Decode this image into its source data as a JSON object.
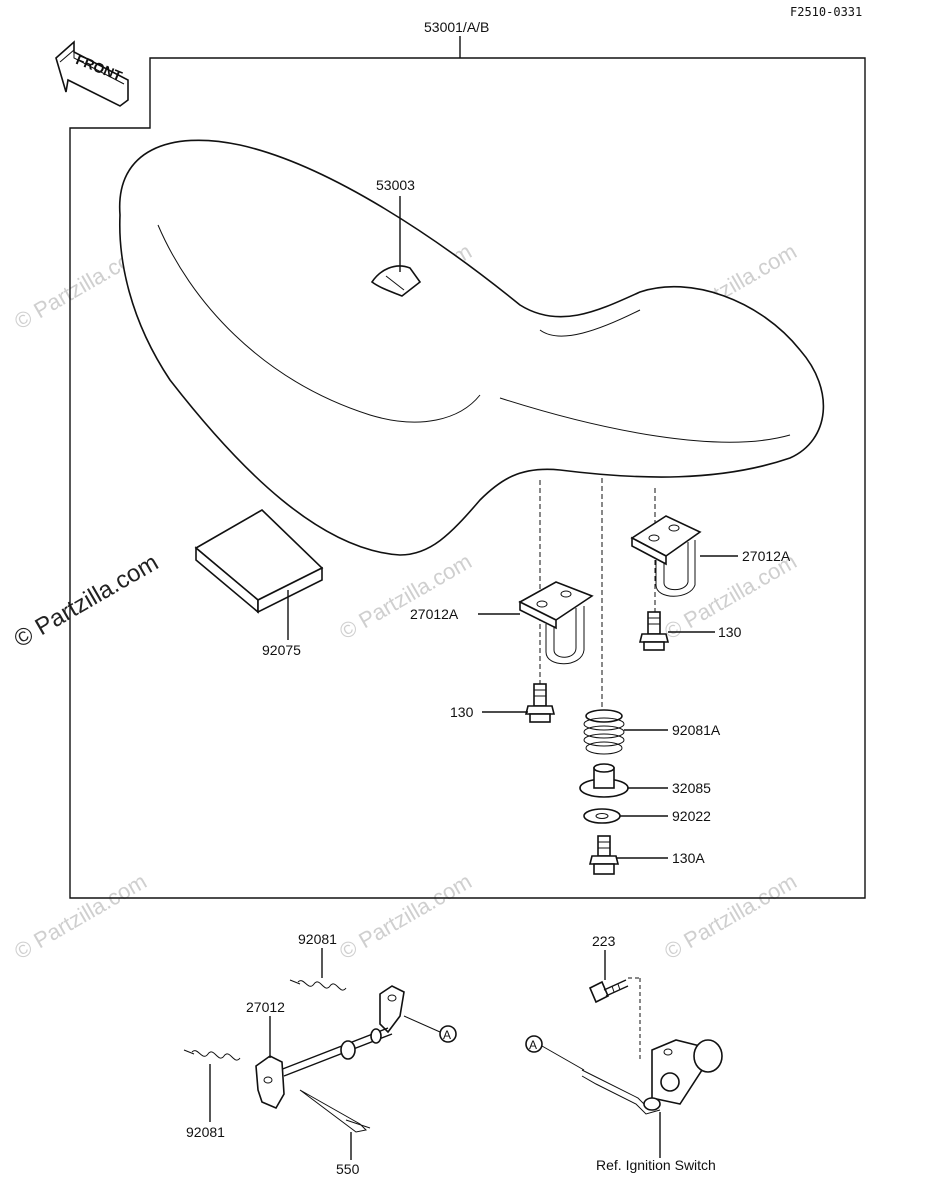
{
  "diagram_code": "F2510-0331",
  "front_label": "FRONT",
  "watermark_text": "© Partzilla.com",
  "labels": {
    "seat_assembly": "53001/A/B",
    "strap": "53003",
    "pad": "92075",
    "bracket_left": "27012A",
    "bracket_right": "27012A",
    "bolt_left": "130",
    "bolt_right": "130",
    "spring": "92081A",
    "damper": "32085",
    "washer": "92022",
    "bolt_bottom": "130A",
    "spring_top": "92081",
    "lock_lever": "27012",
    "spring_bottom": "92081",
    "pin": "550",
    "screw": "223",
    "ignition_ref": "Ref. Ignition Switch",
    "ref_a_left": "A",
    "ref_a_right": "A"
  }
}
